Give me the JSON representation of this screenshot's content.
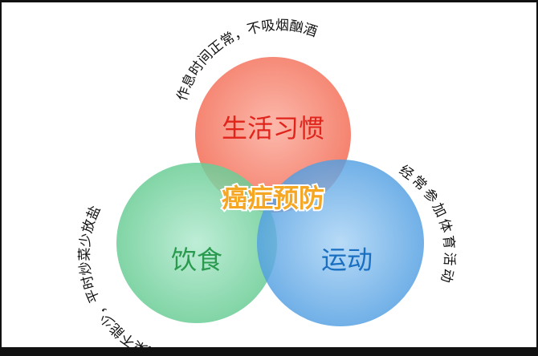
{
  "diagram": {
    "center_label": "癌症预防",
    "circles": [
      {
        "label": "生活习惯",
        "note": "作息时间正常，不吸烟酗酒",
        "color": "#f4735e",
        "label_color": "#e0241b"
      },
      {
        "label": "饮食",
        "note": "新鲜蔬菜不能少，平时炒菜少放盐",
        "color": "#6cce96",
        "label_color": "#2a9a4e"
      },
      {
        "label": "运动",
        "note": "经常参加体育活动",
        "color": "#4f9fe3",
        "label_color": "#1a6fc0"
      }
    ],
    "center_label_color": "#f5a623"
  }
}
